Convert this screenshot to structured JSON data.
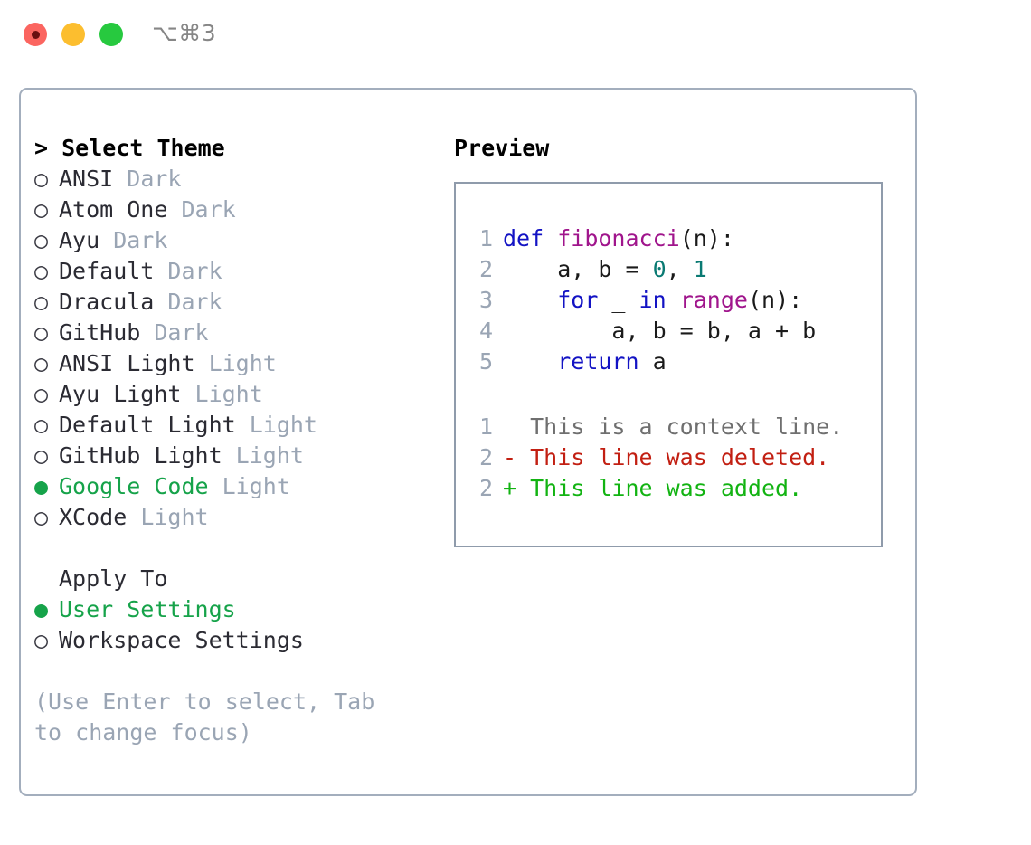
{
  "titlebar": {
    "shortcut": "⌥⌘3",
    "buttons": [
      {
        "name": "close",
        "color": "#fb6560"
      },
      {
        "name": "minimize",
        "color": "#fcbe2f"
      },
      {
        "name": "maximize",
        "color": "#27c93f"
      }
    ]
  },
  "theme_picker": {
    "heading": "> Select Theme",
    "marker_selected": "●",
    "marker_unselected": "○",
    "accent_color": "#16a34a",
    "tag_color": "#9aa5b4",
    "items": [
      {
        "marker": "○",
        "name": "ANSI",
        "tag": "Dark",
        "selected": false
      },
      {
        "marker": "○",
        "name": "Atom One",
        "tag": "Dark",
        "selected": false
      },
      {
        "marker": "○",
        "name": "Ayu",
        "tag": "Dark",
        "selected": false
      },
      {
        "marker": "○",
        "name": "Default",
        "tag": "Dark",
        "selected": false
      },
      {
        "marker": "○",
        "name": "Dracula",
        "tag": "Dark",
        "selected": false
      },
      {
        "marker": "○",
        "name": "GitHub",
        "tag": "Dark",
        "selected": false
      },
      {
        "marker": "○",
        "name": "ANSI Light",
        "tag": "Light",
        "selected": false
      },
      {
        "marker": "○",
        "name": "Ayu Light",
        "tag": "Light",
        "selected": false
      },
      {
        "marker": "○",
        "name": "Default Light",
        "tag": "Light",
        "selected": false
      },
      {
        "marker": "○",
        "name": "GitHub Light",
        "tag": "Light",
        "selected": false
      },
      {
        "marker": "●",
        "name": "Google Code",
        "tag": "Light",
        "selected": true
      },
      {
        "marker": "○",
        "name": "XCode",
        "tag": "Light",
        "selected": false
      }
    ]
  },
  "apply_to": {
    "heading": "Apply To",
    "items": [
      {
        "marker": "●",
        "name": "User Settings",
        "selected": true
      },
      {
        "marker": "○",
        "name": "Workspace Settings",
        "selected": false
      }
    ]
  },
  "hint": "(Use Enter to select, Tab to change focus)",
  "preview": {
    "title": "Preview",
    "code_lines": [
      {
        "no": "1",
        "tokens": [
          {
            "t": "def ",
            "c": "kw"
          },
          {
            "t": "fibonacci",
            "c": "fn"
          },
          {
            "t": "(n):",
            "c": "pl"
          }
        ]
      },
      {
        "no": "2",
        "tokens": [
          {
            "t": "    a, b = ",
            "c": "pl"
          },
          {
            "t": "0",
            "c": "num"
          },
          {
            "t": ", ",
            "c": "pl"
          },
          {
            "t": "1",
            "c": "num"
          }
        ]
      },
      {
        "no": "3",
        "tokens": [
          {
            "t": "    ",
            "c": "pl"
          },
          {
            "t": "for",
            "c": "kw"
          },
          {
            "t": " _ ",
            "c": "pl"
          },
          {
            "t": "in",
            "c": "kw"
          },
          {
            "t": " ",
            "c": "pl"
          },
          {
            "t": "range",
            "c": "fn"
          },
          {
            "t": "(n):",
            "c": "pl"
          }
        ]
      },
      {
        "no": "4",
        "tokens": [
          {
            "t": "        a, b = b, a + b",
            "c": "pl"
          }
        ]
      },
      {
        "no": "5",
        "tokens": [
          {
            "t": "    ",
            "c": "pl"
          },
          {
            "t": "return",
            "c": "kw"
          },
          {
            "t": " a",
            "c": "pl"
          }
        ]
      }
    ],
    "diff_lines": [
      {
        "no": "1",
        "sign": "  ",
        "text": "This is a context line.",
        "kind": "ctx"
      },
      {
        "no": "2",
        "sign": "- ",
        "text": "This line was deleted.",
        "kind": "del"
      },
      {
        "no": "2",
        "sign": "+ ",
        "text": "This line was added.",
        "kind": "add"
      }
    ],
    "colors": {
      "keyword": "#1313c4",
      "function": "#a0158c",
      "number": "#0a7a73",
      "plain": "#1a1a1a",
      "line_number": "#9aa5b4",
      "context": "#6f6f6f",
      "deleted": "#c21f12",
      "added": "#12b312"
    }
  }
}
